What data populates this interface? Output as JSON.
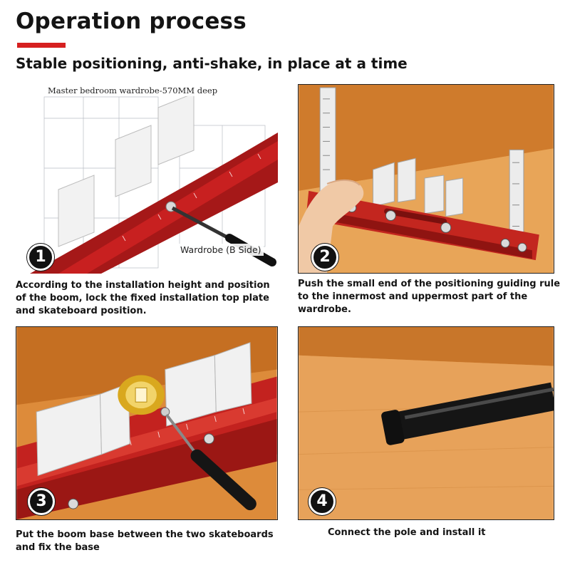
{
  "header": {
    "title": "Operation process",
    "subtitle": "Stable positioning, anti-shake, in place at a time",
    "accent_color": "#d62020"
  },
  "steps": [
    {
      "number": "1",
      "caption": "According to the installation height and position of the boom, lock the fixed installation top plate and skateboard position.",
      "labels": {
        "master": "Master bedroom wardrobe-570MM deep",
        "side": "Wardrobe (B Side)"
      }
    },
    {
      "number": "2",
      "caption": "Push the small end of the positioning guiding rule to the innermost and uppermost part of the wardrobe."
    },
    {
      "number": "3",
      "caption": "Put the boom base between the two skateboards and fix the base"
    },
    {
      "number": "4",
      "caption": "Connect the pole and install it"
    }
  ]
}
